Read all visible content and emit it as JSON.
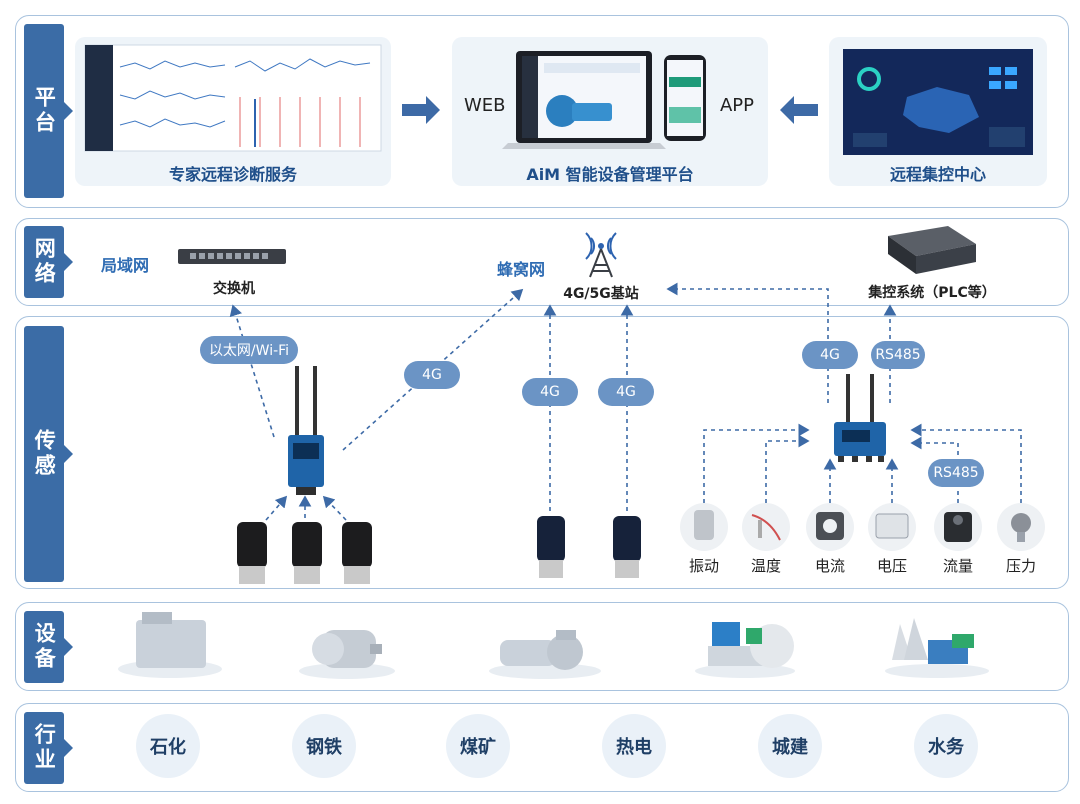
{
  "layers": {
    "platform": "平台",
    "network": "网络",
    "sensing": "传感",
    "equipment": "设备",
    "industry": "行业"
  },
  "platform": {
    "expert_service": "专家远程诊断服务",
    "aim_platform": "AiM 智能设备管理平台",
    "web": "WEB",
    "app": "APP",
    "remote_center": "远程集控中心"
  },
  "network": {
    "lan": "局域网",
    "switch": "交换机",
    "cellular": "蜂窝网",
    "base_station": "4G/5G基站",
    "plc": "集控系统（PLC等）"
  },
  "sensing": {
    "ethernet_wifi": "以太网/Wi-Fi",
    "link_4g_gateway": "4G",
    "link_4g_sensor1": "4G",
    "link_4g_sensor2": "4G",
    "link_4g_collector": "4G",
    "rs485_top": "RS485",
    "rs485_side": "RS485",
    "sensors": [
      "振动",
      "温度",
      "电流",
      "电压",
      "流量",
      "压力"
    ]
  },
  "industries": [
    "石化",
    "钢铁",
    "煤矿",
    "热电",
    "城建",
    "水务"
  ],
  "colors": {
    "accent": "#3b6ca6",
    "border": "#a9c3de",
    "pill": "#6b94c5",
    "card_bg": "#eef4f9",
    "label_blue": "#2f6cb3"
  }
}
